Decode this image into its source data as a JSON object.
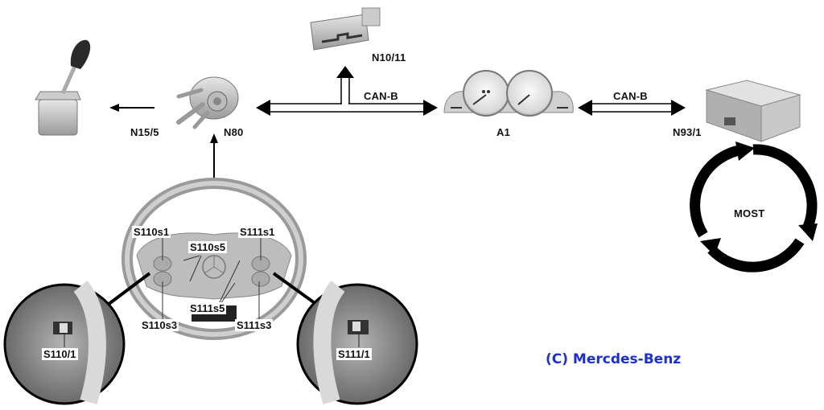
{
  "diagram": {
    "components": {
      "shifter": {
        "label": "N15/5"
      },
      "steering_column_module": {
        "label": "N80"
      },
      "upper_module": {
        "label": "N10/11"
      },
      "instrument_cluster": {
        "label": "A1"
      },
      "audio_module": {
        "label": "N93/1"
      }
    },
    "buses": {
      "can_b_left": "CAN-B",
      "can_b_right": "CAN-B",
      "most_ring": "MOST"
    },
    "steering_wheel_labels": {
      "s110s1": "S110s1",
      "s110s5": "S110s5",
      "s111s1": "S111s1",
      "s111s5": "S111s5",
      "s110s3": "S110s3",
      "s111s3": "S111s3"
    },
    "detail_labels": {
      "left": "S110/1",
      "right": "S111/1"
    },
    "copyright": "(C) Mercdes-Benz",
    "colors": {
      "copyright": "#1a2fd6",
      "line": "#000000"
    }
  }
}
